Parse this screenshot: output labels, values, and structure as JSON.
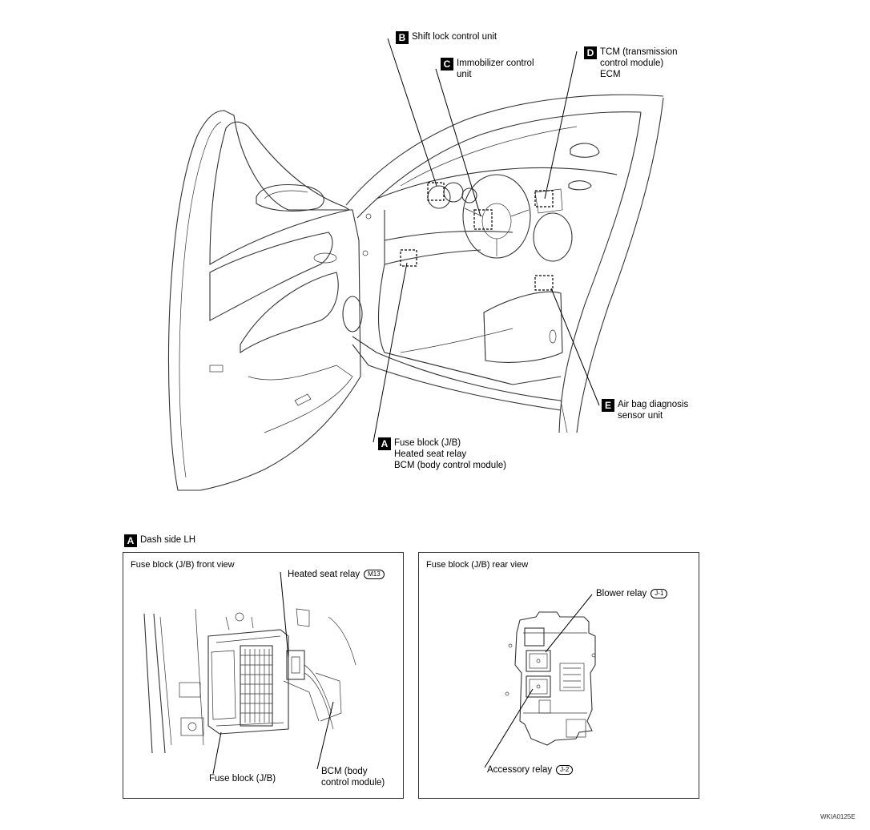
{
  "callouts": {
    "B": {
      "letter": "B",
      "lines": [
        "Shift lock control unit"
      ]
    },
    "C": {
      "letter": "C",
      "lines": [
        "Immobilizer control",
        "unit"
      ]
    },
    "D": {
      "letter": "D",
      "lines": [
        "TCM (transmission",
        "control module)",
        "ECM"
      ]
    },
    "E": {
      "letter": "E",
      "lines": [
        "Air bag diagnosis",
        "sensor unit"
      ]
    },
    "A": {
      "letter": "A",
      "lines": [
        "Fuse block (J/B)",
        "Heated seat relay",
        "BCM (body control module)"
      ]
    }
  },
  "detail_section": {
    "letter": "A",
    "title": "Dash side LH"
  },
  "front_view": {
    "title": "Fuse block (J/B) front view",
    "heated_seat_relay": "Heated seat relay",
    "heated_seat_relay_connector": "M13",
    "fuse_block": "Fuse block (J/B)",
    "bcm_lines": [
      "BCM (body",
      "control module)"
    ]
  },
  "rear_view": {
    "title": "Fuse block (J/B) rear view",
    "blower_relay": "Blower relay",
    "blower_relay_connector": "J-1",
    "accessory_relay": "Accessory relay",
    "accessory_relay_connector": "J-2"
  },
  "figure_code": "WKIA0125E"
}
